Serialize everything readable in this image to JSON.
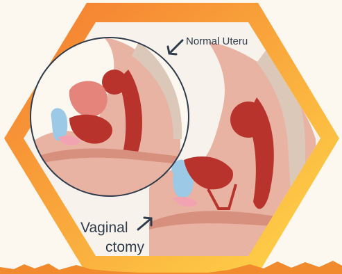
{
  "labels": {
    "normal_uterus": "Normal Uteru",
    "vaginal_line1": "Vaginal",
    "vaginal_line2": "ctomy"
  },
  "colors": {
    "hex_gradient_start": "#f47a2f",
    "hex_gradient_end": "#ffd84a",
    "skin": "#e9b3a3",
    "skin_dark": "#d78f7e",
    "uterus": "#b8332b",
    "uterus_light": "#e4847a",
    "bladder": "#9cc9e6",
    "spine": "#dcc8b8",
    "pubic": "#f2a3b2",
    "background": "#fdf8ef",
    "arrow": "#2f3b4b",
    "grass": "#f08a2c"
  },
  "icons": [
    "arrow-icon-normal",
    "arrow-icon-vaginal"
  ]
}
